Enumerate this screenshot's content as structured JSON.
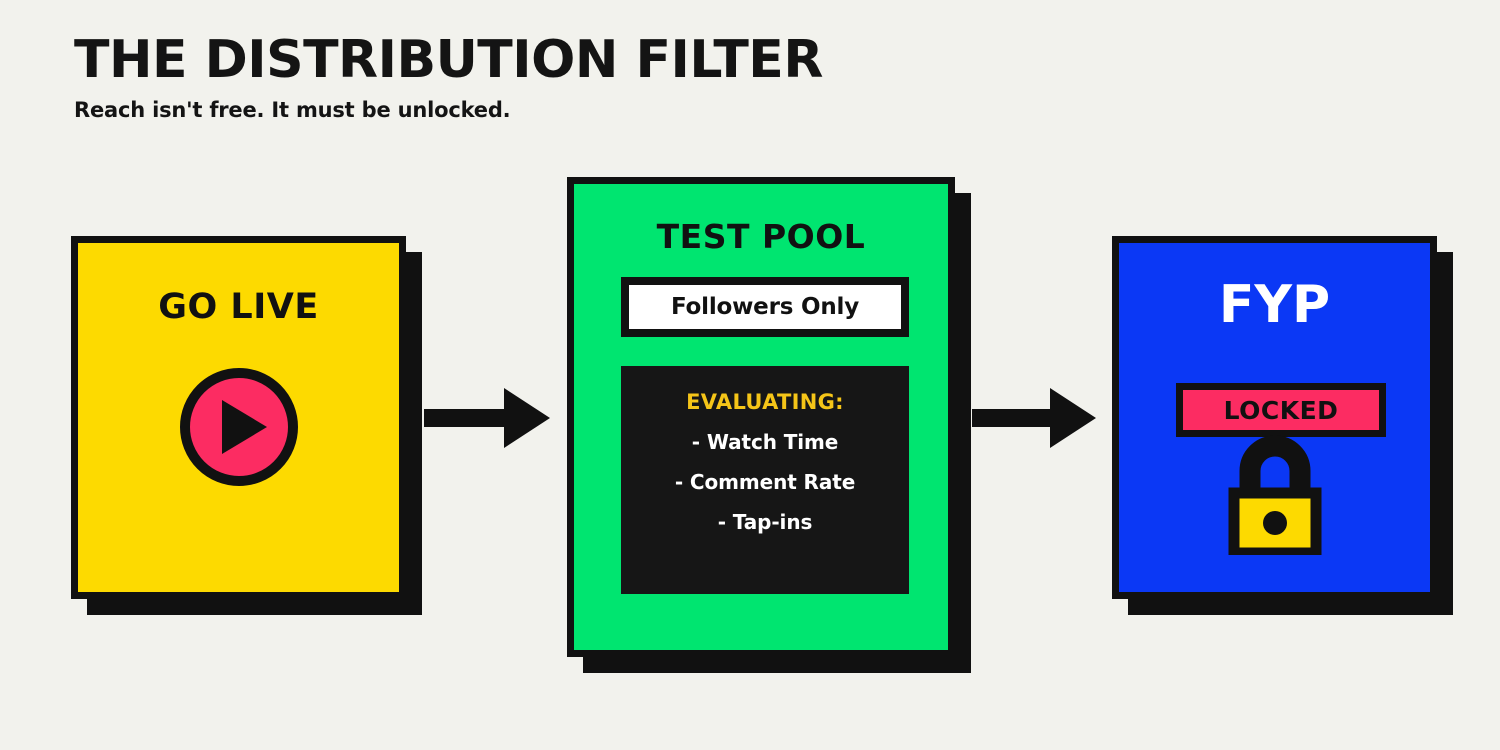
{
  "header": {
    "title": "THE DISTRIBUTION FILTER",
    "subtitle": "Reach isn't free. It must be unlocked."
  },
  "colors": {
    "background": "#F2F2ED",
    "ink": "#111111",
    "yellow": "#FDDA00",
    "green": "#00E570",
    "blue": "#0B38F5",
    "pink": "#FC2C62",
    "gold": "#F5C518",
    "white": "#FFFFFF",
    "panel_black": "#161616"
  },
  "flow": {
    "stages": [
      {
        "id": "go-live",
        "title": "GO LIVE",
        "icon": "play-icon",
        "fill": "#FDDA00"
      },
      {
        "id": "test-pool",
        "title": "TEST POOL",
        "audience_label": "Followers Only",
        "eval_heading": "EVALUATING:",
        "eval_items": [
          "- Watch Time",
          "- Comment Rate",
          "- Tap-ins"
        ],
        "fill": "#00E570"
      },
      {
        "id": "fyp",
        "title": "FYP",
        "status_badge": "LOCKED",
        "icon": "lock-icon",
        "fill": "#0B38F5"
      }
    ],
    "connectors": [
      {
        "id": "arrow-one",
        "from": "go-live",
        "to": "test-pool"
      },
      {
        "id": "arrow-two",
        "from": "test-pool",
        "to": "fyp"
      }
    ]
  }
}
